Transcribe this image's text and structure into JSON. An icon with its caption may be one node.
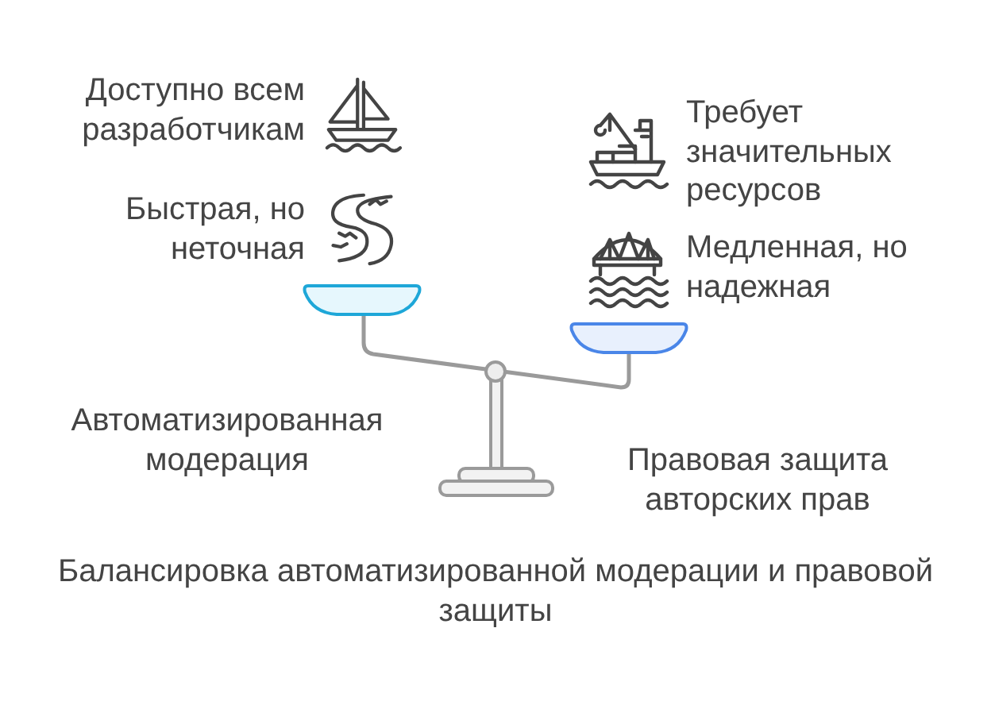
{
  "diagram": {
    "caption": "Балансировка автоматизированной модерации и правовой защиты",
    "labels": [
      "Доступно всем разработчикам",
      "Требует значительных ресурсов",
      "Быстрая, но неточная",
      "Медленная, но надежная",
      "Автоматизированная модерация",
      "Правовая защита авторских прав"
    ]
  }
}
